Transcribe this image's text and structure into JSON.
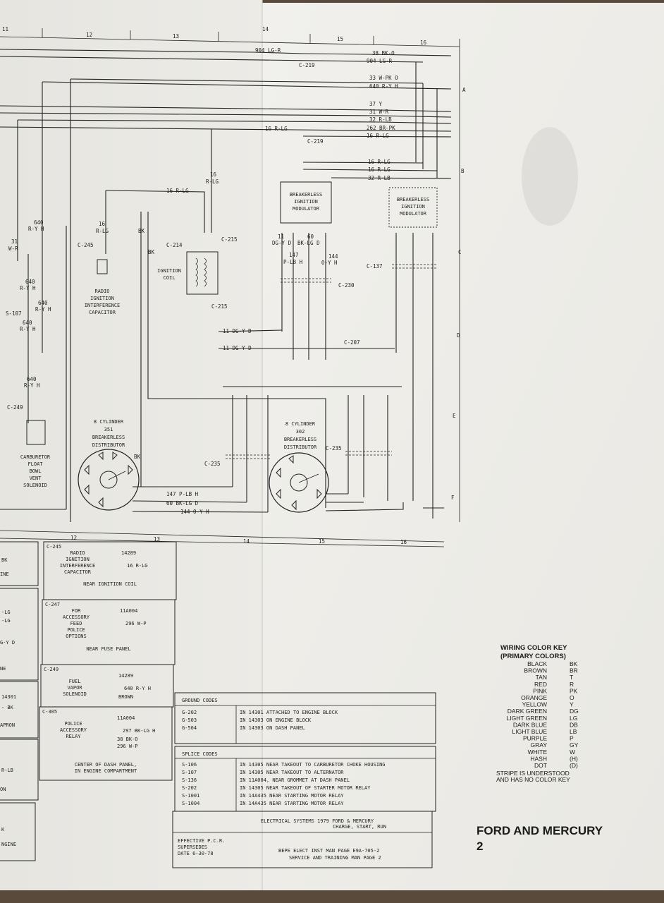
{
  "grid_columns_top": [
    "11",
    "12",
    "13",
    "14",
    "15",
    "16"
  ],
  "grid_columns_bottom": [
    "12",
    "13",
    "14",
    "15",
    "16"
  ],
  "grid_rows": [
    "A",
    "B",
    "C",
    "D",
    "E",
    "F"
  ],
  "wires_top": [
    "904 LG-R",
    "38 BK-O",
    "904 LG-R",
    "33 W-PK O",
    "640 R-Y H",
    "37 Y",
    "31 W-R",
    "32 R-LB",
    "262 BR-PK",
    "16 R-LG",
    "16 R-LG",
    "16 R-LG",
    "16 R-LG",
    "32 R-LB",
    "16 R-LG",
    "16",
    "R-LG"
  ],
  "connectors": [
    "C-219",
    "C-219",
    "C-215",
    "C-215",
    "C-214",
    "C-245",
    "C-230",
    "C-137",
    "C-207",
    "C-235",
    "C-235",
    "C-249",
    "S-107"
  ],
  "components": {
    "radio_capacitor": "RADIO\nIGNITION\nINTERFERENCE\nCAPACITOR",
    "ignition_coil": "IGNITION\nCOIL",
    "breakerless_modulator_1": "BREAKERLESS\nIGNITION\nMODULATOR",
    "breakerless_modulator_2": "BREAKERLESS\nIGNITION\nMODULATOR",
    "distributor_351": "8 CYLINDER\n351\nBREAKERLESS\nDISTRIBUTOR",
    "distributor_302": "8 CYLINDER\n302\nBREAKERLESS\nDISTRIBUTOR",
    "carburetor_solenoid": "CARBURETOR\nFLOAT\nBOWL\nVENT\nSOLENOID"
  },
  "wire_labels_mid": [
    "640",
    "R-Y H",
    "31",
    "W-R",
    "640",
    "R-Y H",
    "640",
    "R-Y H",
    "640",
    "R-Y H",
    "640",
    "R-Y H",
    "16",
    "R-LG",
    "BK",
    "BK",
    "11",
    "DG-Y D",
    "60",
    "BK-LG D",
    "144",
    "O-Y H",
    "147",
    "P-LB H",
    "11 DG-Y D",
    "11 DG-Y D",
    "147 P-LB H",
    "60 BK-LG D",
    "144 O-Y H",
    "BK"
  ],
  "connector_table": [
    {
      "code": "C-245",
      "name": "RADIO\nIGNITION\nINTERFERENCE\nCAPACITOR",
      "part": "14289",
      "wire": "16 R-LG",
      "location": "NEAR IGNITION COIL"
    },
    {
      "code": "C-247",
      "name": "FOR\nACCESSORY\nFEED\nPOLICE\nOPTIONS",
      "part": "11A004",
      "wire": "296 W-P",
      "location": "NEAR FUSE PANEL"
    },
    {
      "code": "C-249",
      "name": "FUEL\nVAPOR\nSOLENOID",
      "part": "14289",
      "wire": "640 R-Y H",
      "wire2": "BROWN",
      "location": ""
    },
    {
      "code": "C-305",
      "name": "POLICE\nACCESSORY\nRELAY",
      "part": "11A004",
      "wire": "297 BK-LG H",
      "wire2": "38 BK-O",
      "wire3": "296 W-P",
      "location": "CENTER OF DASH PANEL,\nIN ENGINE COMPARTMENT"
    }
  ],
  "left_fragments": [
    "BK",
    "INE",
    "-LG",
    "-LG",
    "G-Y D",
    "NE",
    "14301",
    "- BK",
    "APRON",
    "R-LB",
    "ON",
    "K",
    "NGINE"
  ],
  "ground_codes": {
    "title": "GROUND CODES",
    "rows": [
      {
        "code": "G-202",
        "text": "IN 14301 ATTACHED TO ENGINE BLOCK"
      },
      {
        "code": "G-503",
        "text": "IN 14303 ON ENGINE BLOCK"
      },
      {
        "code": "G-504",
        "text": "IN 14303 ON DASH PANEL"
      }
    ]
  },
  "splice_codes": {
    "title": "SPLICE CODES",
    "rows": [
      {
        "code": "S-106",
        "text": "IN 14305 NEAR TAKEOUT TO CARBURETOR CHOKE HOUSING"
      },
      {
        "code": "S-107",
        "text": "IN 14305 NEAR TAKEOUT TO ALTERNATOR"
      },
      {
        "code": "S-136",
        "text": "IN 11A004, NEAR GROMMET AT DASH PANEL"
      },
      {
        "code": "S-202",
        "text": "IN 14305 NEAR TAKEOUT OF STARTER MOTOR RELAY"
      },
      {
        "code": "S-1001",
        "text": "IN 14A435 NEAR STARTING MOTOR RELAY"
      },
      {
        "code": "S-1004",
        "text": "IN 14A435 NEAR STARTING MOTOR RELAY"
      }
    ]
  },
  "title_block": {
    "line1": "ELECTRICAL SYSTEMS 1979 FORD & MERCURY",
    "line2": "CHARGE, START, RUN",
    "effective": "EFFECTIVE P.C.R.",
    "supersedes": "SUPERSEDES",
    "date": "DATE 6-30-78",
    "ref1": "BEPE ELECT INST MAN PAGE E9A-705-2",
    "ref2": "SERVICE AND TRAINING MAN PAGE 2"
  },
  "color_key": {
    "title1": "WIRING COLOR KEY",
    "title2": "(PRIMARY COLORS)",
    "rows": [
      [
        "BLACK",
        "BK"
      ],
      [
        "BROWN",
        "BR"
      ],
      [
        "TAN",
        "T"
      ],
      [
        "RED",
        "R"
      ],
      [
        "PINK",
        "PK"
      ],
      [
        "ORANGE",
        "O"
      ],
      [
        "YELLOW",
        "Y"
      ],
      [
        "DARK GREEN",
        "DG"
      ],
      [
        "LIGHT GREEN",
        "LG"
      ],
      [
        "DARK BLUE",
        "DB"
      ],
      [
        "LIGHT BLUE",
        "LB"
      ],
      [
        "PURPLE",
        "P"
      ],
      [
        "GRAY",
        "GY"
      ],
      [
        "WHITE",
        "W"
      ],
      [
        "HASH",
        "(H)"
      ],
      [
        "DOT",
        "(D)"
      ]
    ],
    "note1": "STRIPE IS UNDERSTOOD",
    "note2": "AND HAS NO COLOR KEY"
  },
  "brand": {
    "line1": "FORD AND MERCURY",
    "line2": "2"
  },
  "colors": {
    "paper": "#ecebe6",
    "paper_right": "#efeeea",
    "ink": "#222222",
    "table": "#5a4a3c"
  }
}
